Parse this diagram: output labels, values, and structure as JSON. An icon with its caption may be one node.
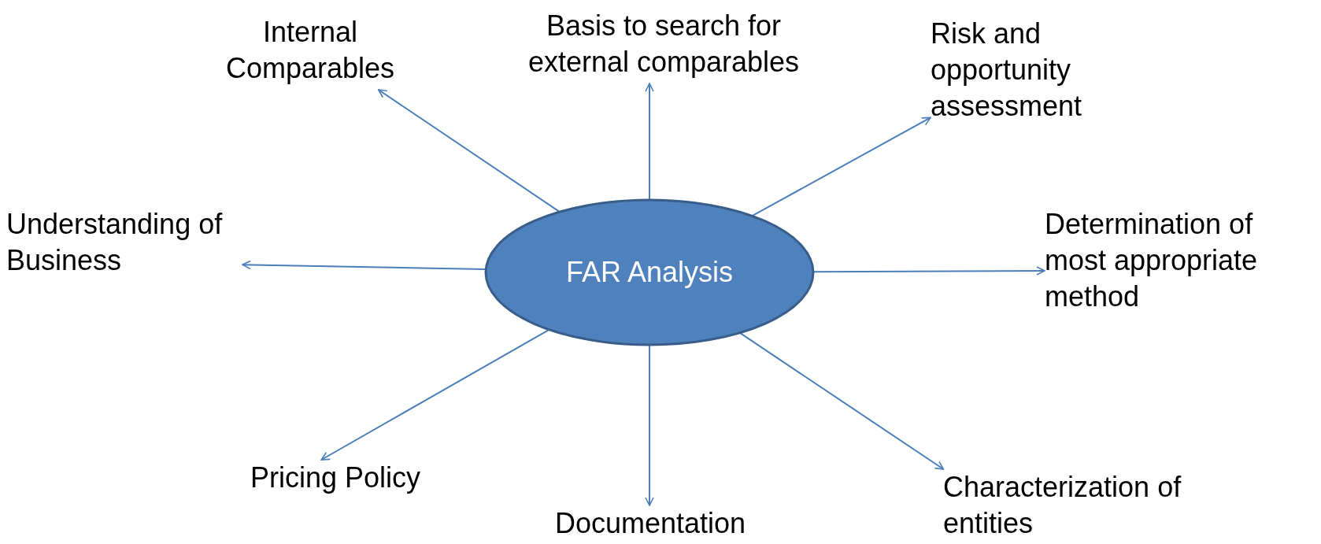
{
  "diagram": {
    "nodes": [
      {
        "text": [
          "FAR Analysis"
        ]
      },
      {
        "text": [
          "Internal Comparables"
        ]
      },
      {
        "text": [
          "Basis to search for external comparables"
        ]
      },
      {
        "text": [
          "Risk and opportunity assessment"
        ]
      },
      {
        "text": [
          "Understanding of Business"
        ]
      },
      {
        "text": [
          "Determination of most appropriate method"
        ]
      },
      {
        "text": [
          "Pricing Policy"
        ]
      },
      {
        "text": [
          "Documentation"
        ]
      },
      {
        "text": [
          "Characterization of entities"
        ]
      }
    ],
    "edges": [
      {
        "from": 0,
        "to": 1,
        "arrow": "to"
      },
      {
        "from": 0,
        "to": 2,
        "arrow": "to"
      },
      {
        "from": 0,
        "to": 3,
        "arrow": "to"
      },
      {
        "from": 0,
        "to": 4,
        "arrow": "to"
      },
      {
        "from": 0,
        "to": 5,
        "arrow": "to"
      },
      {
        "from": 0,
        "to": 6,
        "arrow": "to"
      },
      {
        "from": 0,
        "to": 7,
        "arrow": "to"
      },
      {
        "from": 0,
        "to": 8,
        "arrow": "to"
      }
    ]
  }
}
